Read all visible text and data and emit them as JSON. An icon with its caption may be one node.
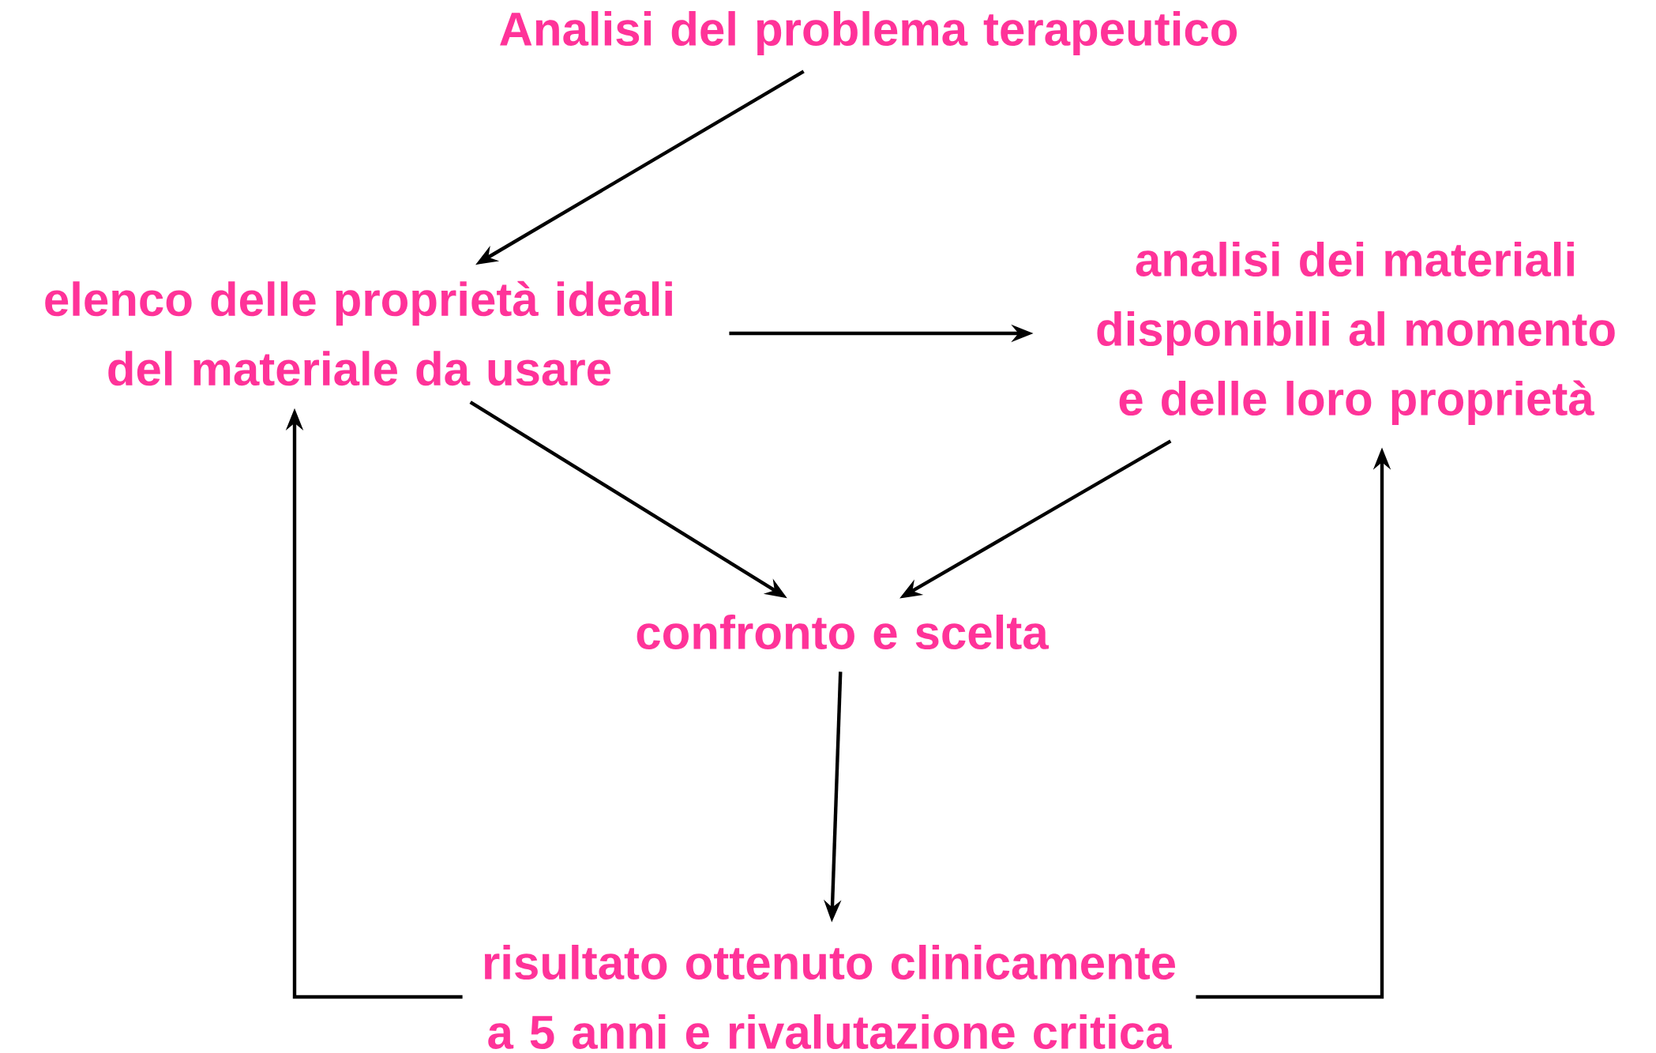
{
  "diagram": {
    "nodes": [
      {
        "text": [
          "Analisi del problema terapeutico"
        ]
      },
      {
        "text": [
          "elenco delle proprietà ideali del materiale da usare"
        ]
      },
      {
        "text": [
          "analisi dei materiali disponibili al momento e delle loro proprietà"
        ]
      },
      {
        "text": [
          "confronto e scelta"
        ]
      },
      {
        "text": [
          "risultato ottenuto clinicamente a 5 anni e rivalutazione critica"
        ]
      }
    ],
    "edges": [
      {
        "from": 0,
        "to": 1,
        "arrow": "to"
      },
      {
        "from": 1,
        "to": 2,
        "arrow": "to"
      },
      {
        "from": 1,
        "to": 3,
        "arrow": "to"
      },
      {
        "from": 2,
        "to": 3,
        "arrow": "to"
      },
      {
        "from": 3,
        "to": 4,
        "arrow": "to"
      },
      {
        "from": 4,
        "to": 1,
        "arrow": "to"
      },
      {
        "from": 4,
        "to": 2,
        "arrow": "to"
      }
    ]
  }
}
